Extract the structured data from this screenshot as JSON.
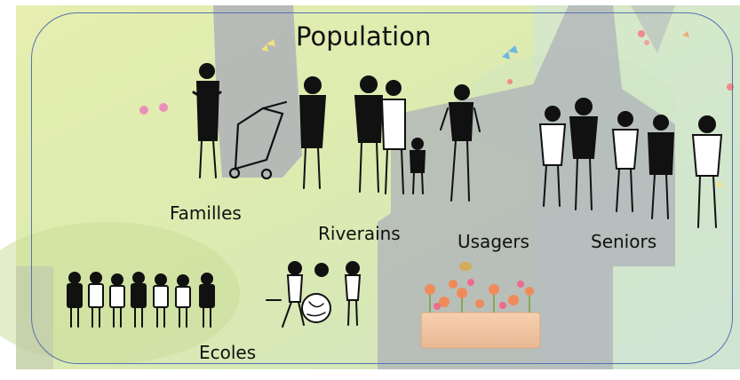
{
  "title": "Population",
  "groups": {
    "familles": "Familles",
    "riverains": "Riverains",
    "usagers": "Usagers",
    "seniors": "Seniors",
    "ecoles": "Ecoles"
  },
  "colors": {
    "frame": "#5573b0",
    "meadow": "#dfeaa5",
    "path": "#a9adb6"
  }
}
